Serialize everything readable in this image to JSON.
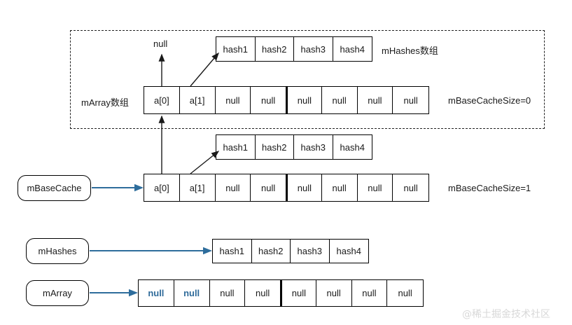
{
  "diagram": {
    "title": "ArrayMap mBaseCache / mHashes / mArray memory cache diagram",
    "colors": {
      "arrow_blue": "#2e6d9c",
      "arrow_black": "#1a1a1a",
      "cell_border": "#000000",
      "dashed_border": "#222222",
      "blue_text": "#2f6b9a",
      "watermark": "#d8d8d8"
    }
  },
  "cached_group": {
    "note_size_label": "mBaseCacheSize=0",
    "marray_label": "mArray数组",
    "mhashes_label": "mHashes数组",
    "null_pointer_label": "null",
    "hashes": [
      "hash1",
      "hash2",
      "hash3",
      "hash4"
    ],
    "marray": [
      "a[0]",
      "a[1]",
      "null",
      "null",
      "null",
      "null",
      "null",
      "null"
    ]
  },
  "cache_row": {
    "box_label": "mBaseCache",
    "size_label": "mBaseCacheSize=1",
    "hashes": [
      "hash1",
      "hash2",
      "hash3",
      "hash4"
    ],
    "marray": [
      "a[0]",
      "a[1]",
      "null",
      "null",
      "null",
      "null",
      "null",
      "null"
    ]
  },
  "mhashes_row": {
    "box_label": "mHashes",
    "cells": [
      "hash1",
      "hash2",
      "hash3",
      "hash4"
    ]
  },
  "marray_row": {
    "box_label": "mArray",
    "cells": [
      {
        "text": "null",
        "highlight": true
      },
      {
        "text": "null",
        "highlight": true
      },
      {
        "text": "null",
        "highlight": false
      },
      {
        "text": "null",
        "highlight": false
      },
      {
        "text": "null",
        "highlight": false
      },
      {
        "text": "null",
        "highlight": false
      },
      {
        "text": "null",
        "highlight": false
      },
      {
        "text": "null",
        "highlight": false
      }
    ]
  },
  "watermark": {
    "text": "@稀土掘金技术社区"
  }
}
